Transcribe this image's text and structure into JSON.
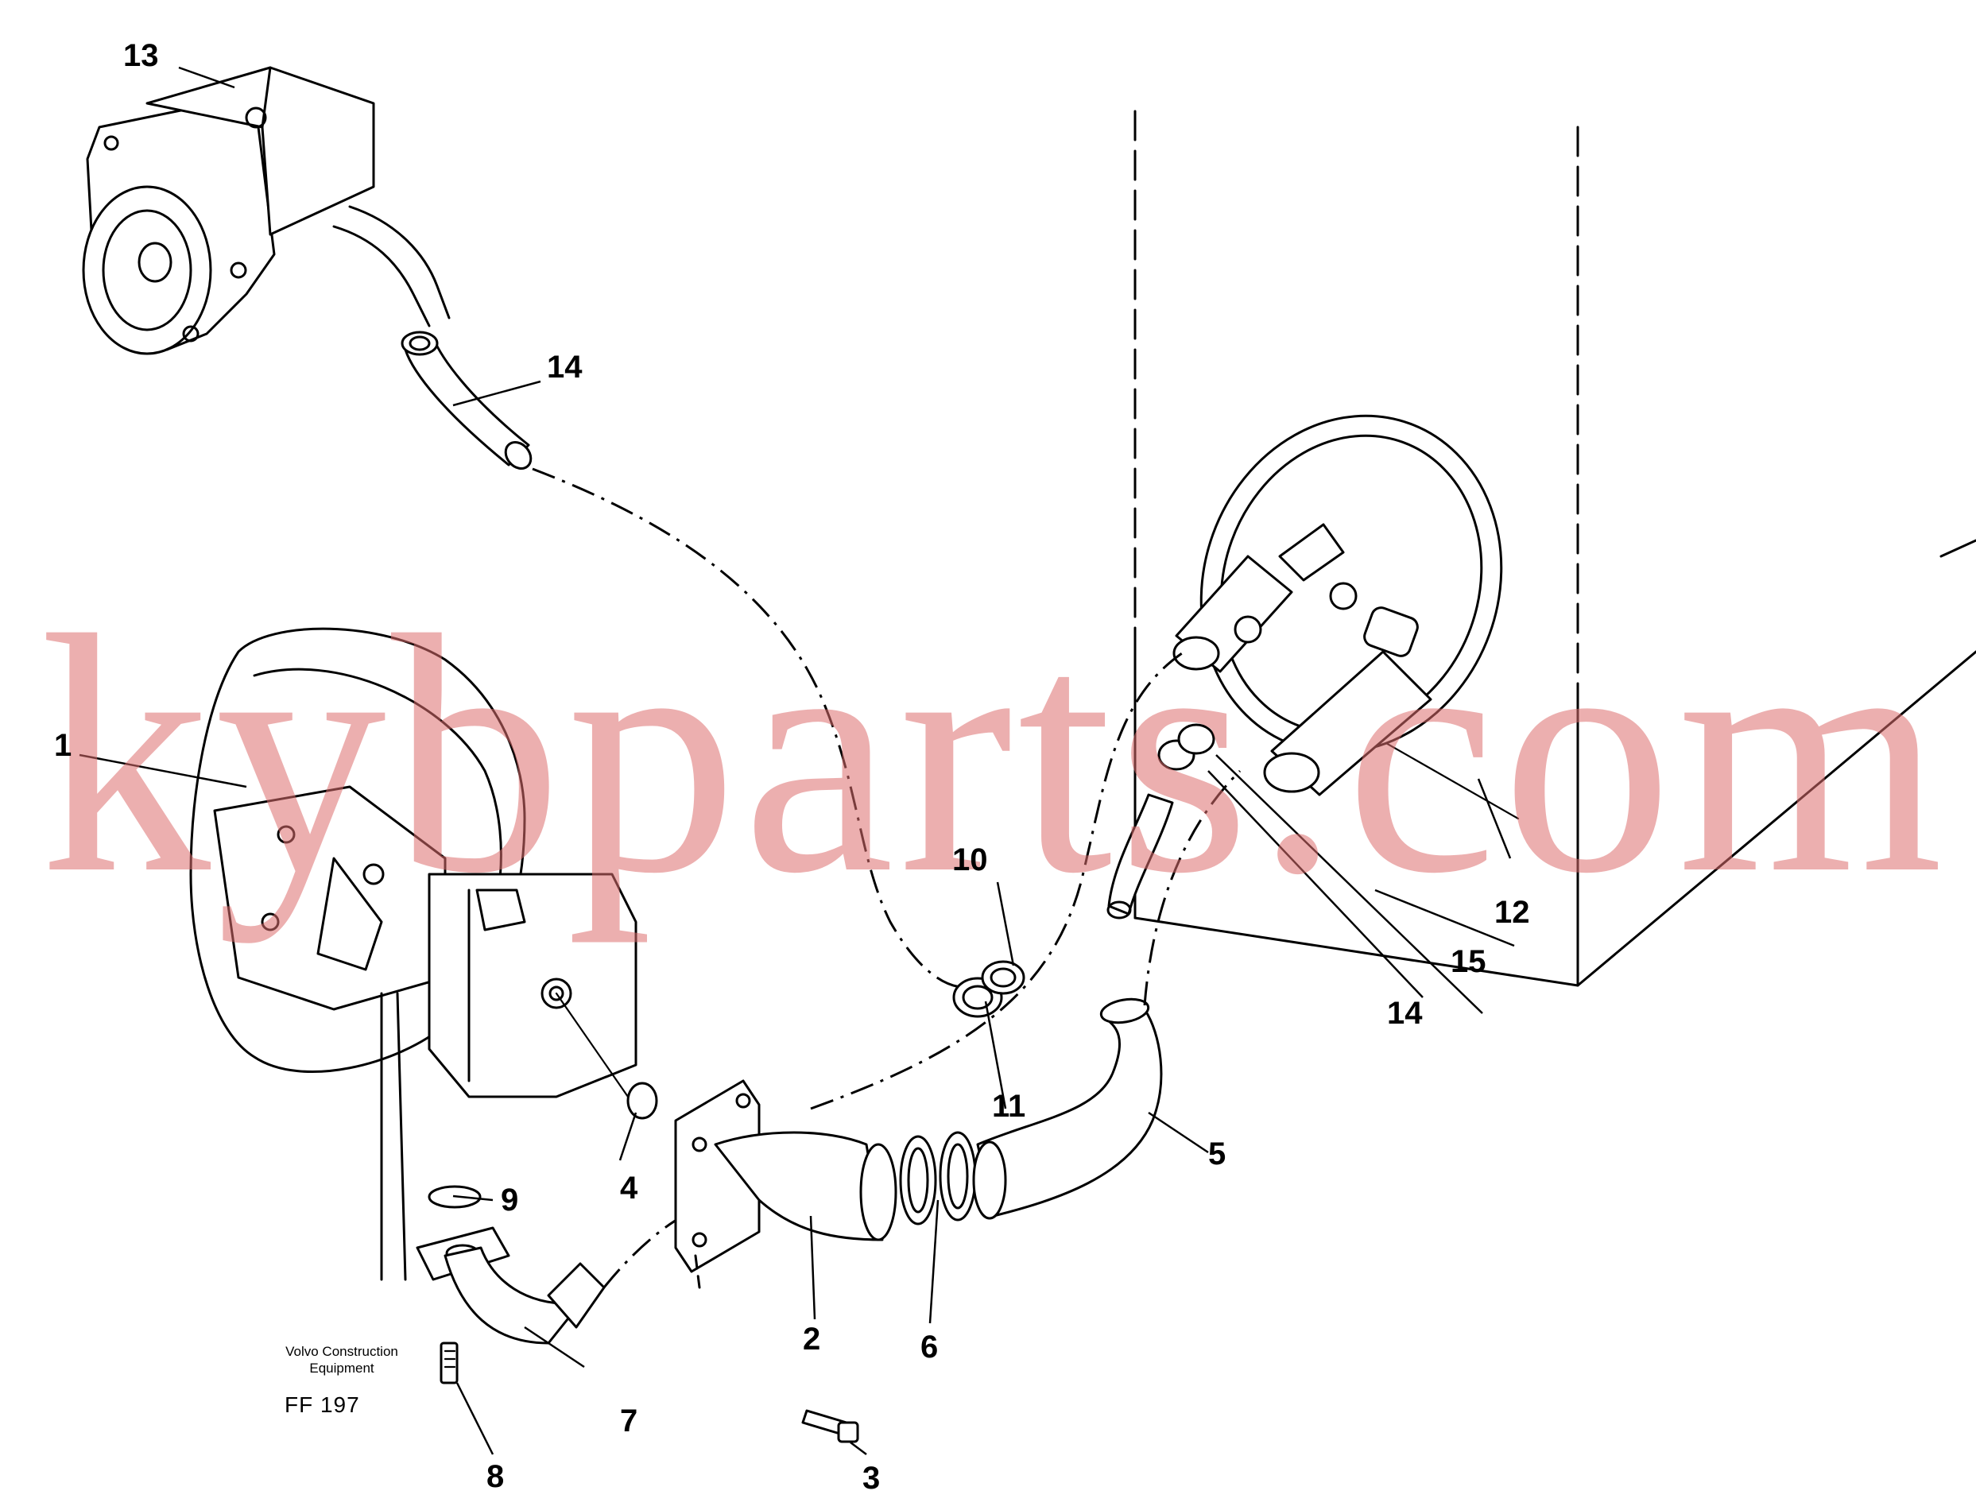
{
  "diagram": {
    "watermark": "kybparts.com",
    "caption": {
      "line1": "Volvo Construction",
      "line2": "Equipment",
      "code": "FF 197"
    },
    "callouts": [
      {
        "id": "1",
        "label": "1"
      },
      {
        "id": "2",
        "label": "2"
      },
      {
        "id": "3",
        "label": "3"
      },
      {
        "id": "4",
        "label": "4"
      },
      {
        "id": "5",
        "label": "5"
      },
      {
        "id": "6",
        "label": "6"
      },
      {
        "id": "7",
        "label": "7"
      },
      {
        "id": "8",
        "label": "8"
      },
      {
        "id": "9",
        "label": "9"
      },
      {
        "id": "10",
        "label": "10"
      },
      {
        "id": "11",
        "label": "11"
      },
      {
        "id": "12",
        "label": "12"
      },
      {
        "id": "13",
        "label": "13"
      },
      {
        "id": "14a",
        "label": "14"
      },
      {
        "id": "14b",
        "label": "14"
      },
      {
        "id": "15",
        "label": "15"
      }
    ]
  }
}
